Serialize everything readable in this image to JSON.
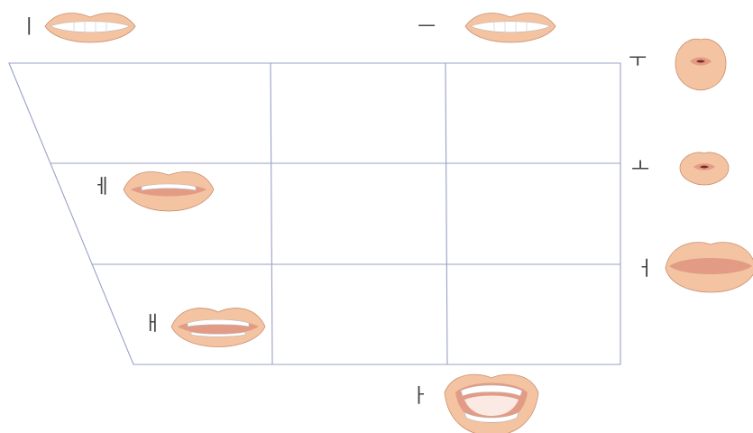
{
  "diagram": {
    "vowels": [
      {
        "id": "i",
        "label": "ㅣ"
      },
      {
        "id": "eu",
        "label": "ㅡ"
      },
      {
        "id": "u",
        "label": "ㅜ"
      },
      {
        "id": "e",
        "label": "ㅔ"
      },
      {
        "id": "o",
        "label": "ㅗ"
      },
      {
        "id": "eo",
        "label": "ㅓ"
      },
      {
        "id": "ae",
        "label": "ㅐ"
      },
      {
        "id": "a",
        "label": "ㅏ"
      }
    ]
  }
}
